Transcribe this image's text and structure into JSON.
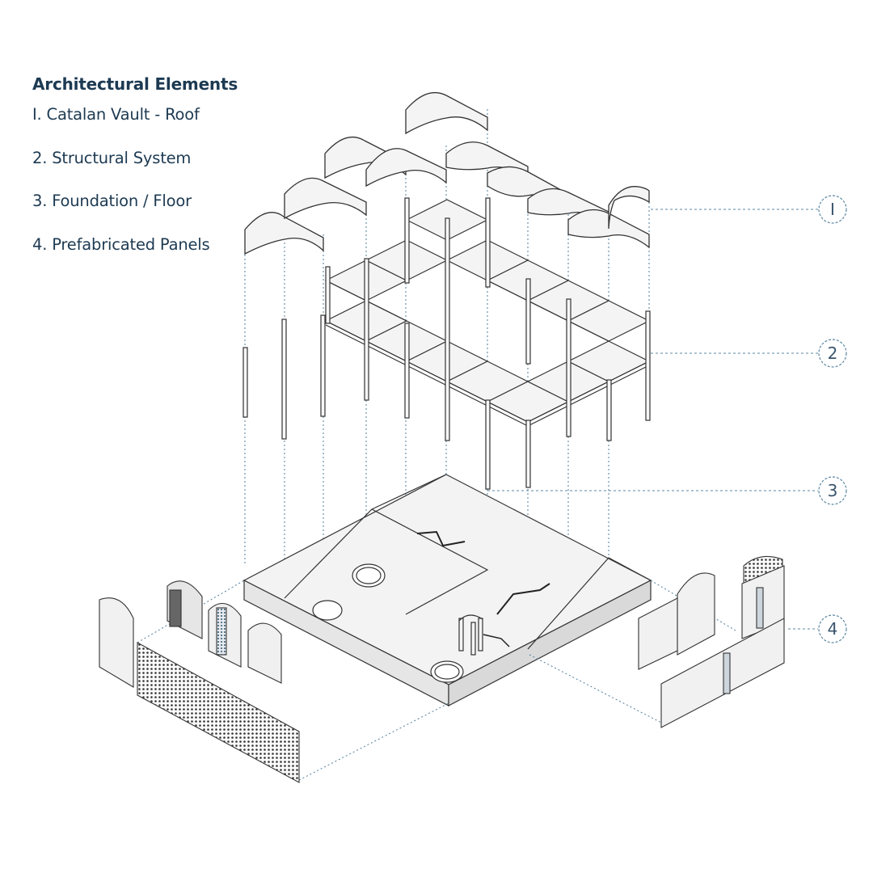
{
  "legend": {
    "title": "Architectural Elements",
    "items": [
      "I. Catalan Vault - Roof",
      "2. Structural System",
      "3. Foundation / Floor",
      "4. Prefabricated Panels"
    ]
  },
  "callouts": [
    "I",
    "2",
    "3",
    "4"
  ],
  "colors": {
    "text": "#1d3a52",
    "leader": "#5b87a3",
    "line": "#333333",
    "fill": "#f4f4f4"
  }
}
